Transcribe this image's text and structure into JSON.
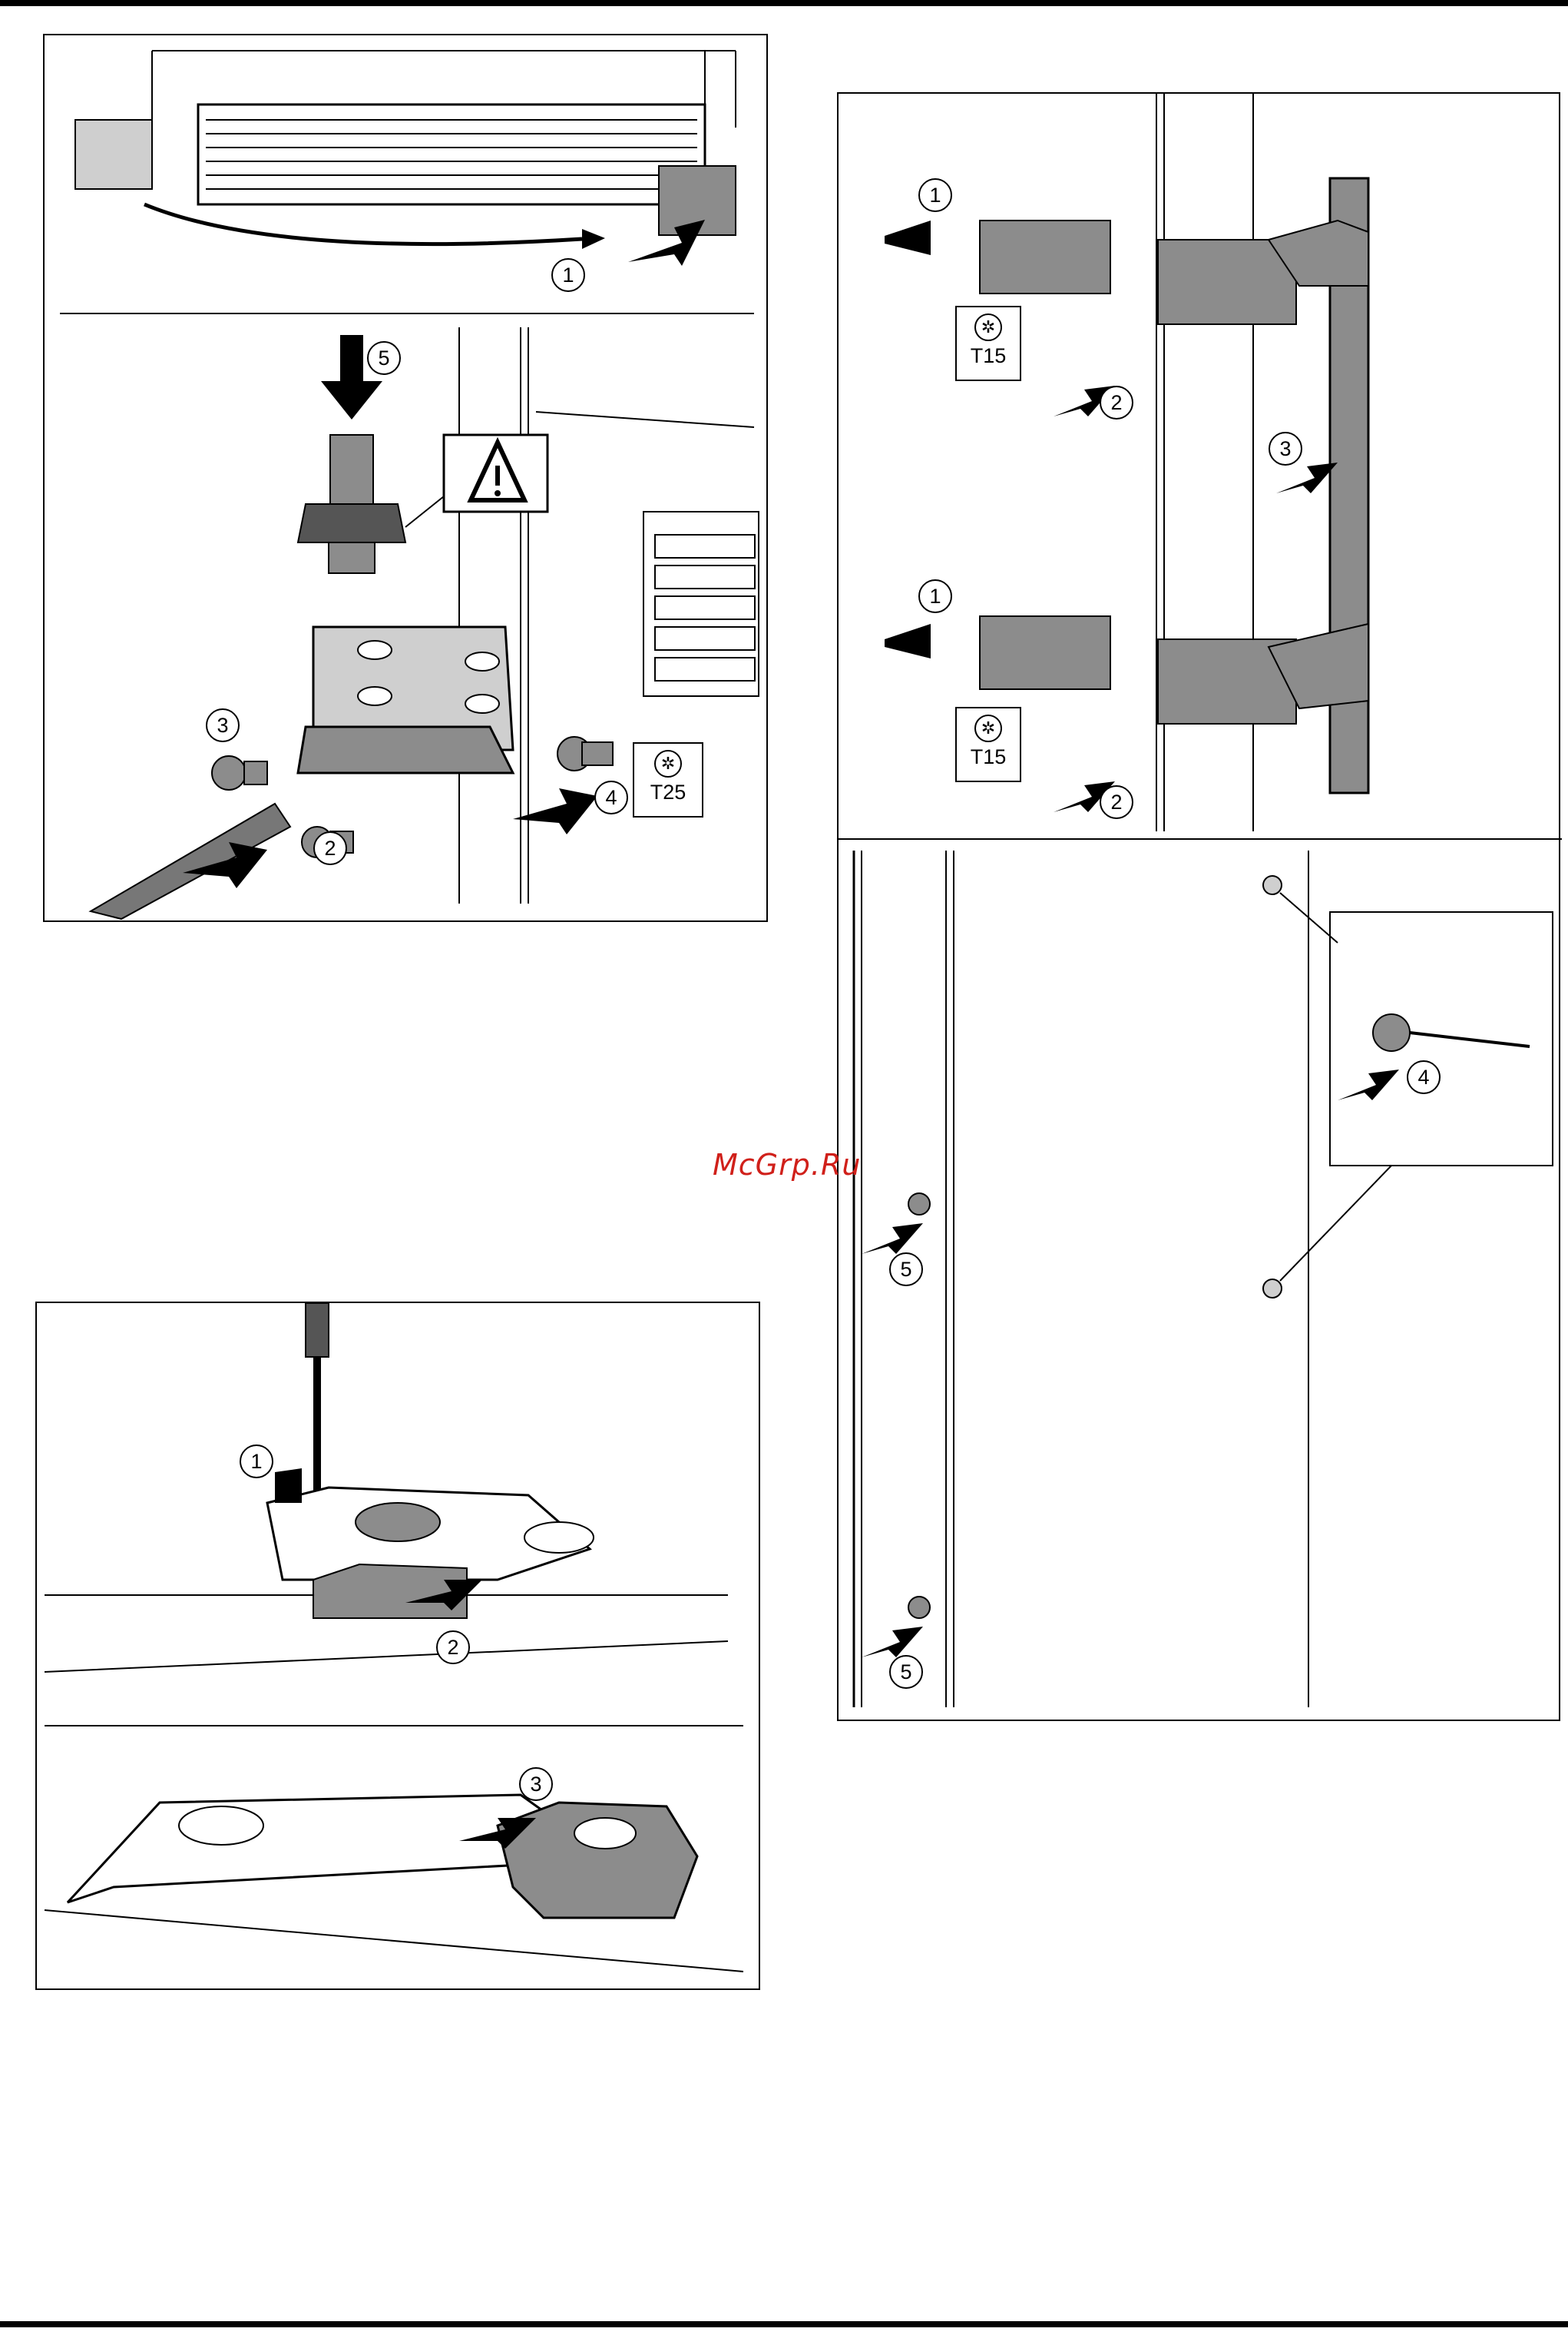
{
  "watermark": "McGrp.Ru",
  "steps": {
    "s1": "1",
    "s2": "2",
    "s3": "3",
    "s4": "4",
    "s5": "5"
  },
  "tools": {
    "torx_t25": "T25",
    "torx_t15": "T15"
  },
  "colors": {
    "part_gray": "#8c8c8c",
    "light_gray": "#cfcfcf",
    "line": "#000000"
  },
  "icons": {
    "warning": "warning-triangle-icon",
    "torx": "torx-star-icon",
    "arrow": "direction-arrow-icon"
  }
}
